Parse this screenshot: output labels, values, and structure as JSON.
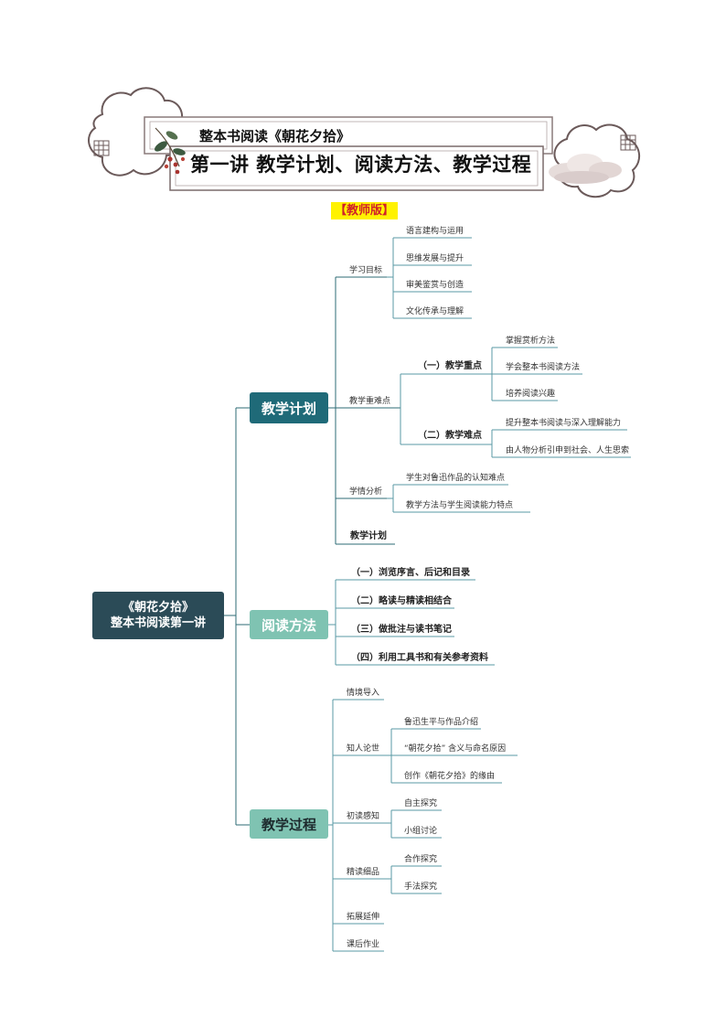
{
  "header": {
    "subtitle": "整本书阅读《朝花夕拾》",
    "title": "第一讲 教学计划、阅读方法、教学过程",
    "edition_label": "【教师版】"
  },
  "mindmap": {
    "root": [
      "《朝花夕拾》",
      "整本书阅读第一讲"
    ],
    "branch1": {
      "label": "教学计划",
      "goals": {
        "label": "学习目标",
        "items": [
          "语言建构与运用",
          "思维发展与提升",
          "审美鉴赏与创造",
          "文化传承与理解"
        ]
      },
      "difficulty": {
        "label": "教学重难点",
        "key_points": {
          "label": "（一）教学重点",
          "items": [
            "掌握赏析方法",
            "学会整本书阅读方法",
            "培养阅读兴趣"
          ]
        },
        "hard_points": {
          "label": "（二）教学难点",
          "items": [
            "提升整本书阅读与深入理解能力",
            "由人物分析引申到社会、人生思索"
          ]
        }
      },
      "analysis": {
        "label": "学情分析",
        "items": [
          "学生对鲁迅作品的认知难点",
          "教学方法与学生阅读能力特点"
        ]
      },
      "plan": "教学计划"
    },
    "branch2": {
      "label": "阅读方法",
      "items": [
        "（一）浏览序言、后记和目录",
        "（二）略读与精读相结合",
        "（三）做批注与读书笔记",
        "（四）利用工具书和有关参考资料"
      ]
    },
    "branch3": {
      "label": "教学过程",
      "intro": "情境导入",
      "knowing": {
        "label": "知人论世",
        "items": [
          "鲁迅生平与作品介绍",
          "“朝花夕拾” 含义与命名原因",
          "创作《朝花夕拾》的缘由"
        ]
      },
      "first_read": {
        "label": "初读感知",
        "items": [
          "自主探究",
          "小组讨论"
        ]
      },
      "close_read": {
        "label": "精读细品",
        "items": [
          "合作探究",
          "手法探究"
        ]
      },
      "extend": "拓展延伸",
      "homework": "课后作业"
    }
  }
}
